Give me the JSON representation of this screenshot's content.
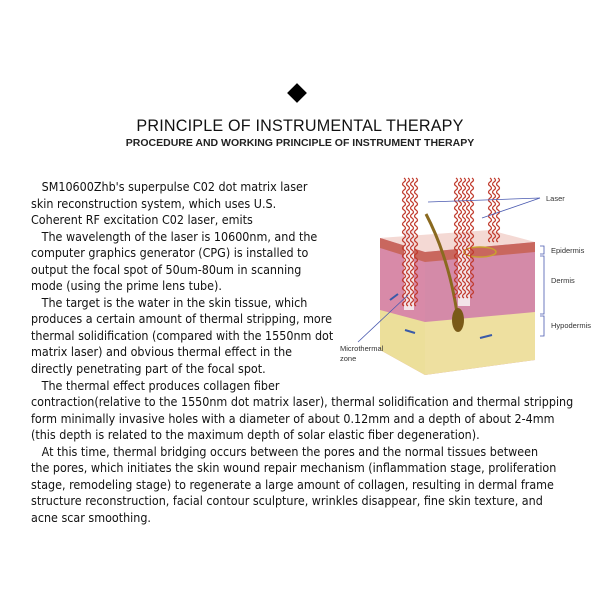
{
  "header": {
    "title": "PRINCIPLE OF INSTRUMENTAL THERAPY",
    "subtitle": "PROCEDURE AND WORKING PRINCIPLE OF INSTRUMENT THERAPY"
  },
  "body_lines": [
    "   SM10600Zhb's superpulse C02 dot matrix laser",
    "skin reconstruction system, which uses U.S.",
    "Coherent RF excitation C02 laser, emits",
    "   The wavelength of the laser is 10600nm, and the",
    "computer graphics generator (CPG) is installed to",
    "output the focal spot of 50um-80um in scanning",
    "mode (using the prime lens tube).",
    "   The target is the water in the skin tissue, which",
    "produces a certain amount of thermal stripping, more",
    "thermal solidification (compared with the 1550nm dot",
    "matrix laser) and obvious thermal effect in the",
    "directly penetrating part of the focal spot.",
    "   The thermal effect produces collagen fiber",
    "contraction(relative to the 1550nm dot matrix laser), thermal solidification and thermal stripping",
    "form minimally invasive holes with a diameter of about 0.12mm and a depth of about 2-4mm",
    "(this depth is related to the maximum depth of solar elastic fiber degeneration).",
    "   At this time, thermal bridging occurs between the pores and the normal tissues between",
    "the pores, which initiates the skin wound repair mechanism (inflammation stage, proliferation",
    "stage, remodeling stage) to regenerate a large amount of collagen, resulting in dermal frame",
    "structure reconstruction, facial contour sculpture, wrinkles disappear, fine skin texture, and",
    "acne scar smoothing."
  ],
  "diagram": {
    "labels": {
      "laser": "Laser",
      "epidermis": "Epidermis",
      "dermis": "Dermis",
      "hypodermis": "Hypodermis",
      "microthermal": "Microthermal",
      "zone": "zone"
    }
  }
}
